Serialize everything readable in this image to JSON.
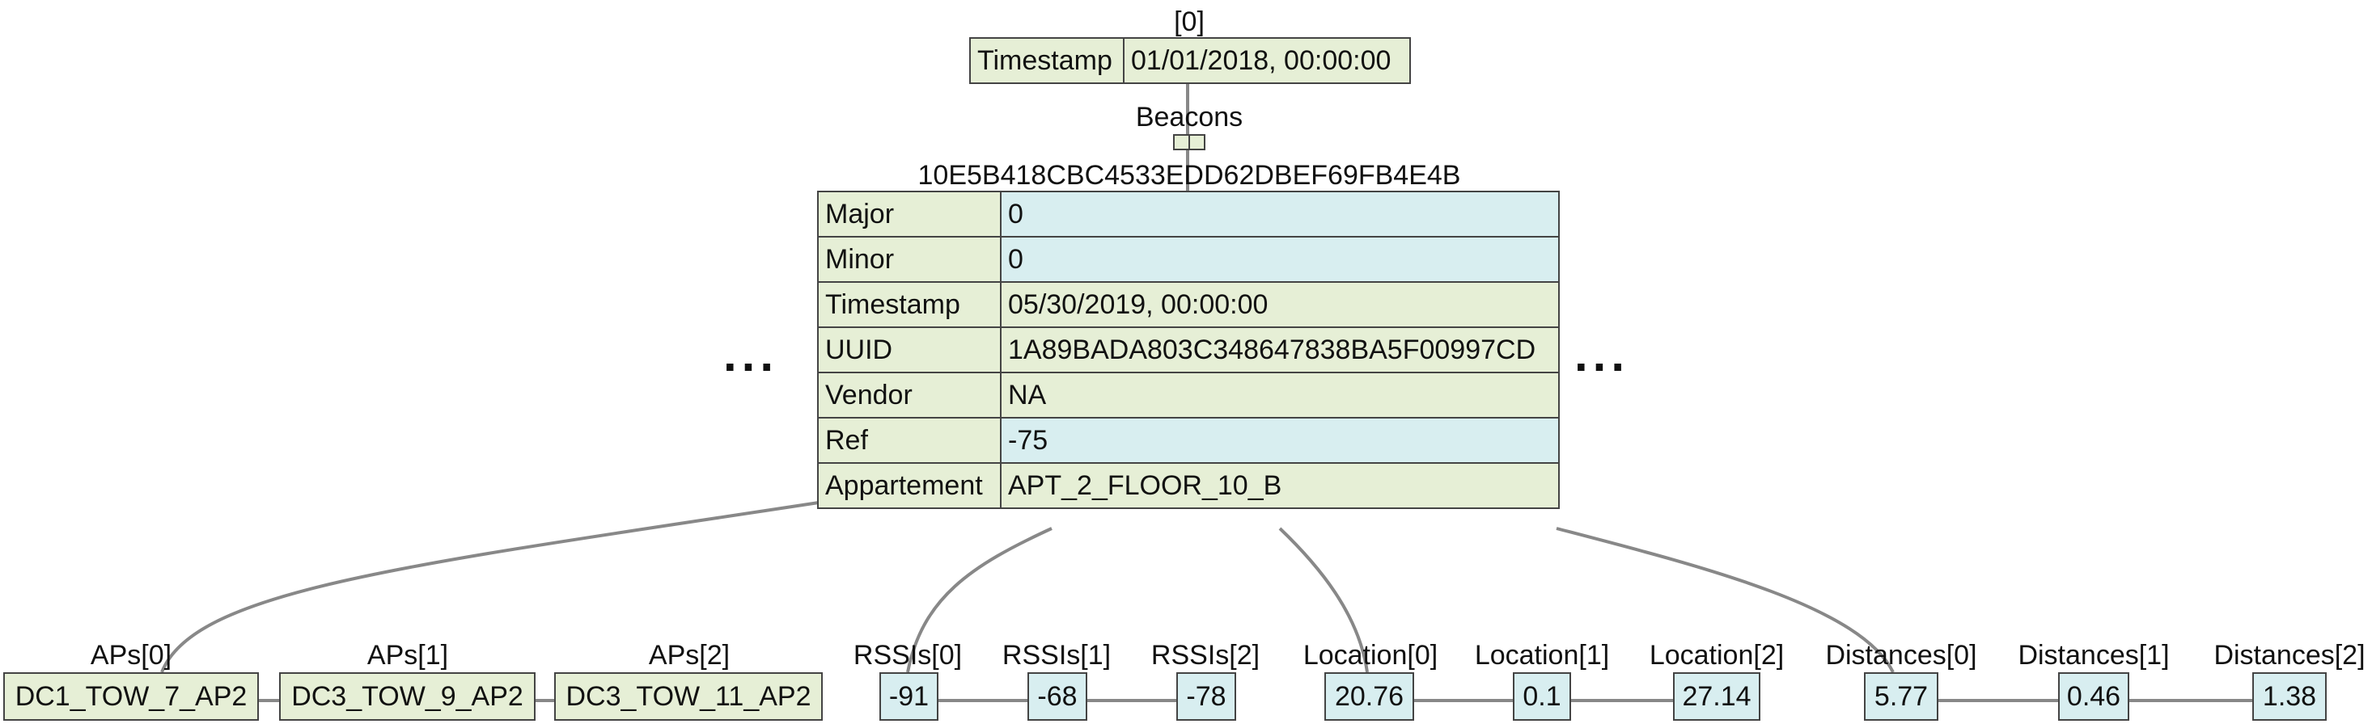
{
  "root": {
    "index_label": "[0]",
    "timestamp_key": "Timestamp",
    "timestamp_value": "01/01/2018, 00:00:00"
  },
  "beacons_label": "Beacons",
  "beacon": {
    "id": "10E5B418CBC4533EDD62DBEF69FB4E4B",
    "fields": [
      {
        "key": "Major",
        "value": "0"
      },
      {
        "key": "Minor",
        "value": "0"
      },
      {
        "key": "Timestamp",
        "value": "05/30/2019, 00:00:00"
      },
      {
        "key": "UUID",
        "value": "1A89BADA803C348647838BA5F00997CD"
      },
      {
        "key": "Vendor",
        "value": "NA"
      },
      {
        "key": "Ref",
        "value": "-75"
      },
      {
        "key": "Appartement",
        "value": "APT_2_FLOOR_10_B"
      }
    ]
  },
  "ellipsis": "...",
  "aps": [
    {
      "label": "APs[0]",
      "value": "DC1_TOW_7_AP2"
    },
    {
      "label": "APs[1]",
      "value": "DC3_TOW_9_AP2"
    },
    {
      "label": "APs[2]",
      "value": "DC3_TOW_11_AP2"
    }
  ],
  "rssis": [
    {
      "label": "RSSIs[0]",
      "value": "-91"
    },
    {
      "label": "RSSIs[1]",
      "value": "-68"
    },
    {
      "label": "RSSIs[2]",
      "value": "-78"
    }
  ],
  "location": [
    {
      "label": "Location[0]",
      "value": "20.76"
    },
    {
      "label": "Location[1]",
      "value": "0.1"
    },
    {
      "label": "Location[2]",
      "value": "27.14"
    }
  ],
  "distances": [
    {
      "label": "Distances[0]",
      "value": "5.77"
    },
    {
      "label": "Distances[1]",
      "value": "0.46"
    },
    {
      "label": "Distances[2]",
      "value": "1.38"
    }
  ],
  "colors": {
    "green_fill": "#e6efd6",
    "blue_fill": "#d8eef0",
    "edge": "#888888",
    "border": "#444444"
  }
}
